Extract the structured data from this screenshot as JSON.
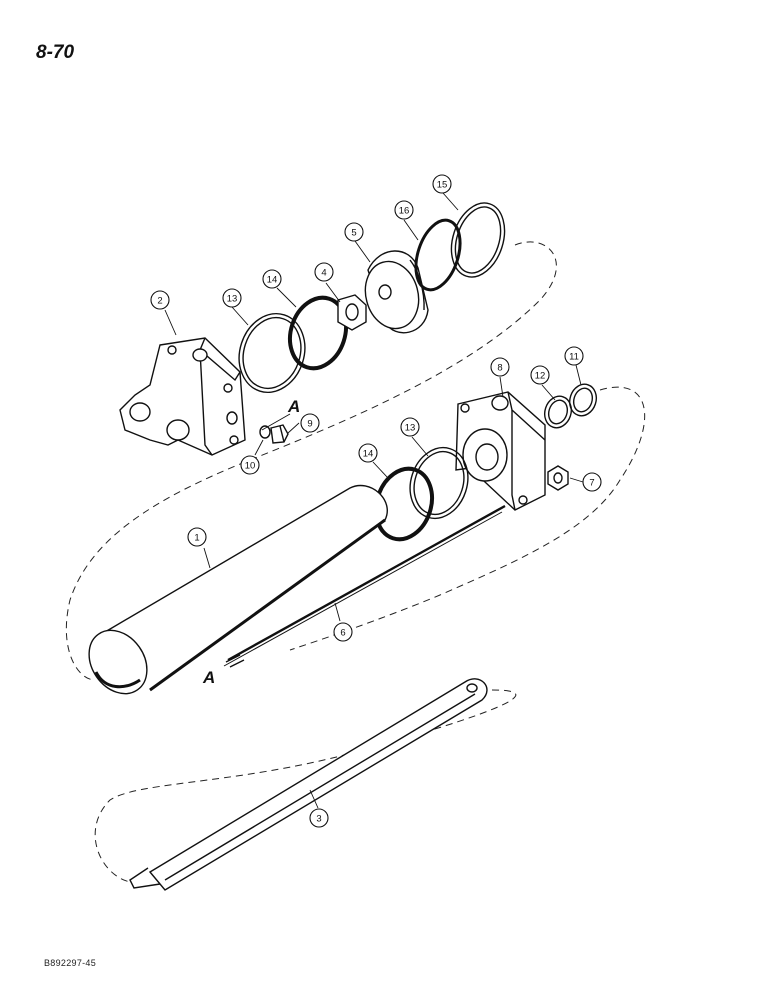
{
  "page": {
    "number": "8-70",
    "footer_code": "B892297-45"
  },
  "reference_marks": [
    "A",
    "A"
  ],
  "callouts": [
    {
      "id": "c1",
      "label": "1"
    },
    {
      "id": "c2",
      "label": "2"
    },
    {
      "id": "c3",
      "label": "3"
    },
    {
      "id": "c4",
      "label": "4"
    },
    {
      "id": "c5",
      "label": "5"
    },
    {
      "id": "c6",
      "label": "6"
    },
    {
      "id": "c7",
      "label": "7"
    },
    {
      "id": "c8",
      "label": "8"
    },
    {
      "id": "c9",
      "label": "9"
    },
    {
      "id": "c10",
      "label": "10"
    },
    {
      "id": "c11",
      "label": "11"
    },
    {
      "id": "c12",
      "label": "12"
    },
    {
      "id": "c13a",
      "label": "13"
    },
    {
      "id": "c13b",
      "label": "13"
    },
    {
      "id": "c14a",
      "label": "14"
    },
    {
      "id": "c14b",
      "label": "14"
    },
    {
      "id": "c15",
      "label": "15"
    },
    {
      "id": "c16",
      "label": "16"
    }
  ]
}
